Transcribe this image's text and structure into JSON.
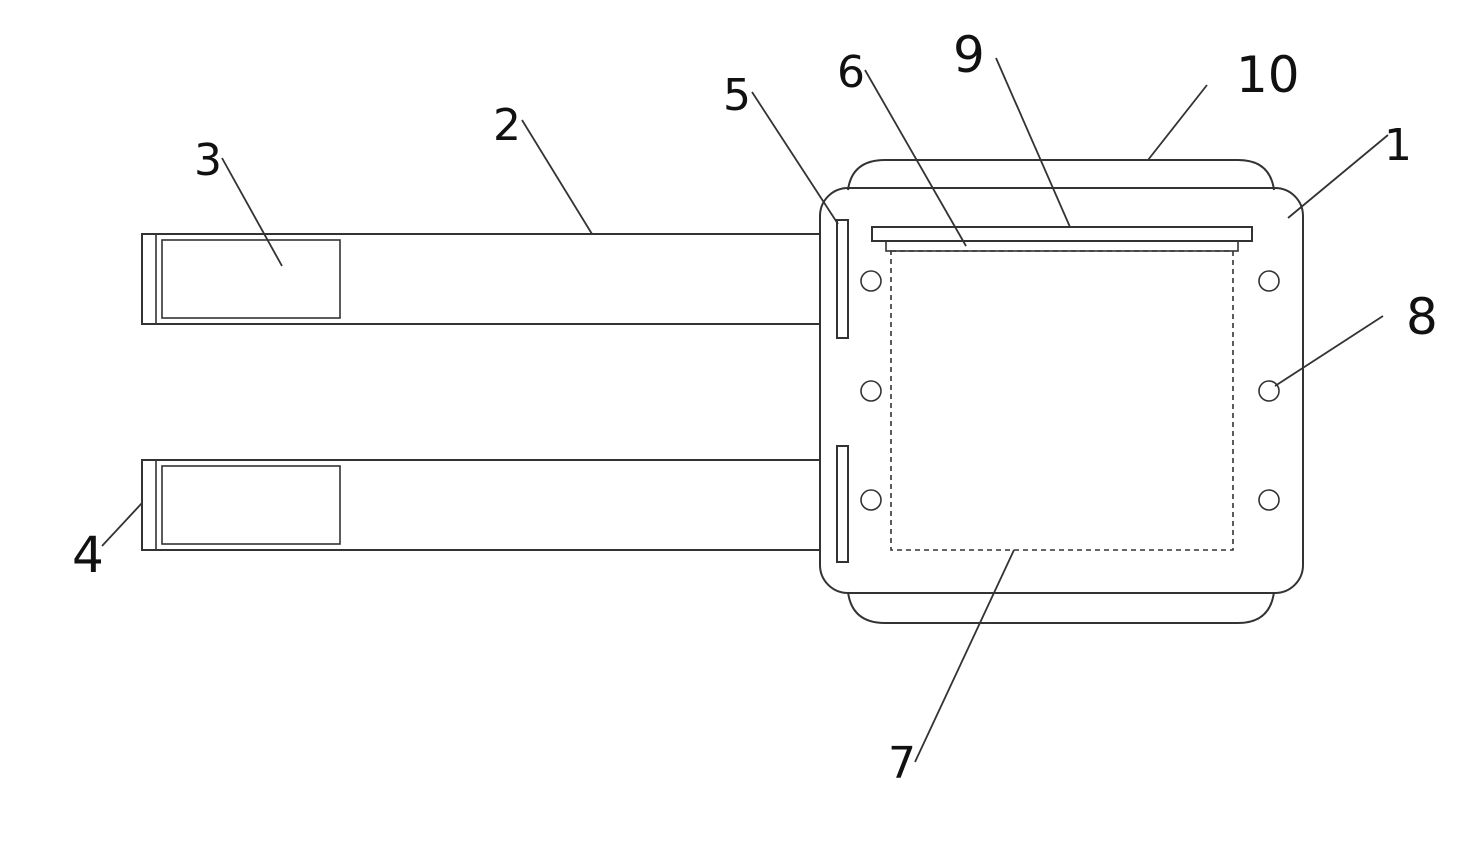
{
  "labels": {
    "l1": "1",
    "l2": "2",
    "l3": "3",
    "l4": "4",
    "l5": "5",
    "l6": "6",
    "l7": "7",
    "l8": "8",
    "l9": "9",
    "l10": "10"
  },
  "colors": {
    "line": "#333333",
    "text": "#111111",
    "background": "#ffffff"
  }
}
